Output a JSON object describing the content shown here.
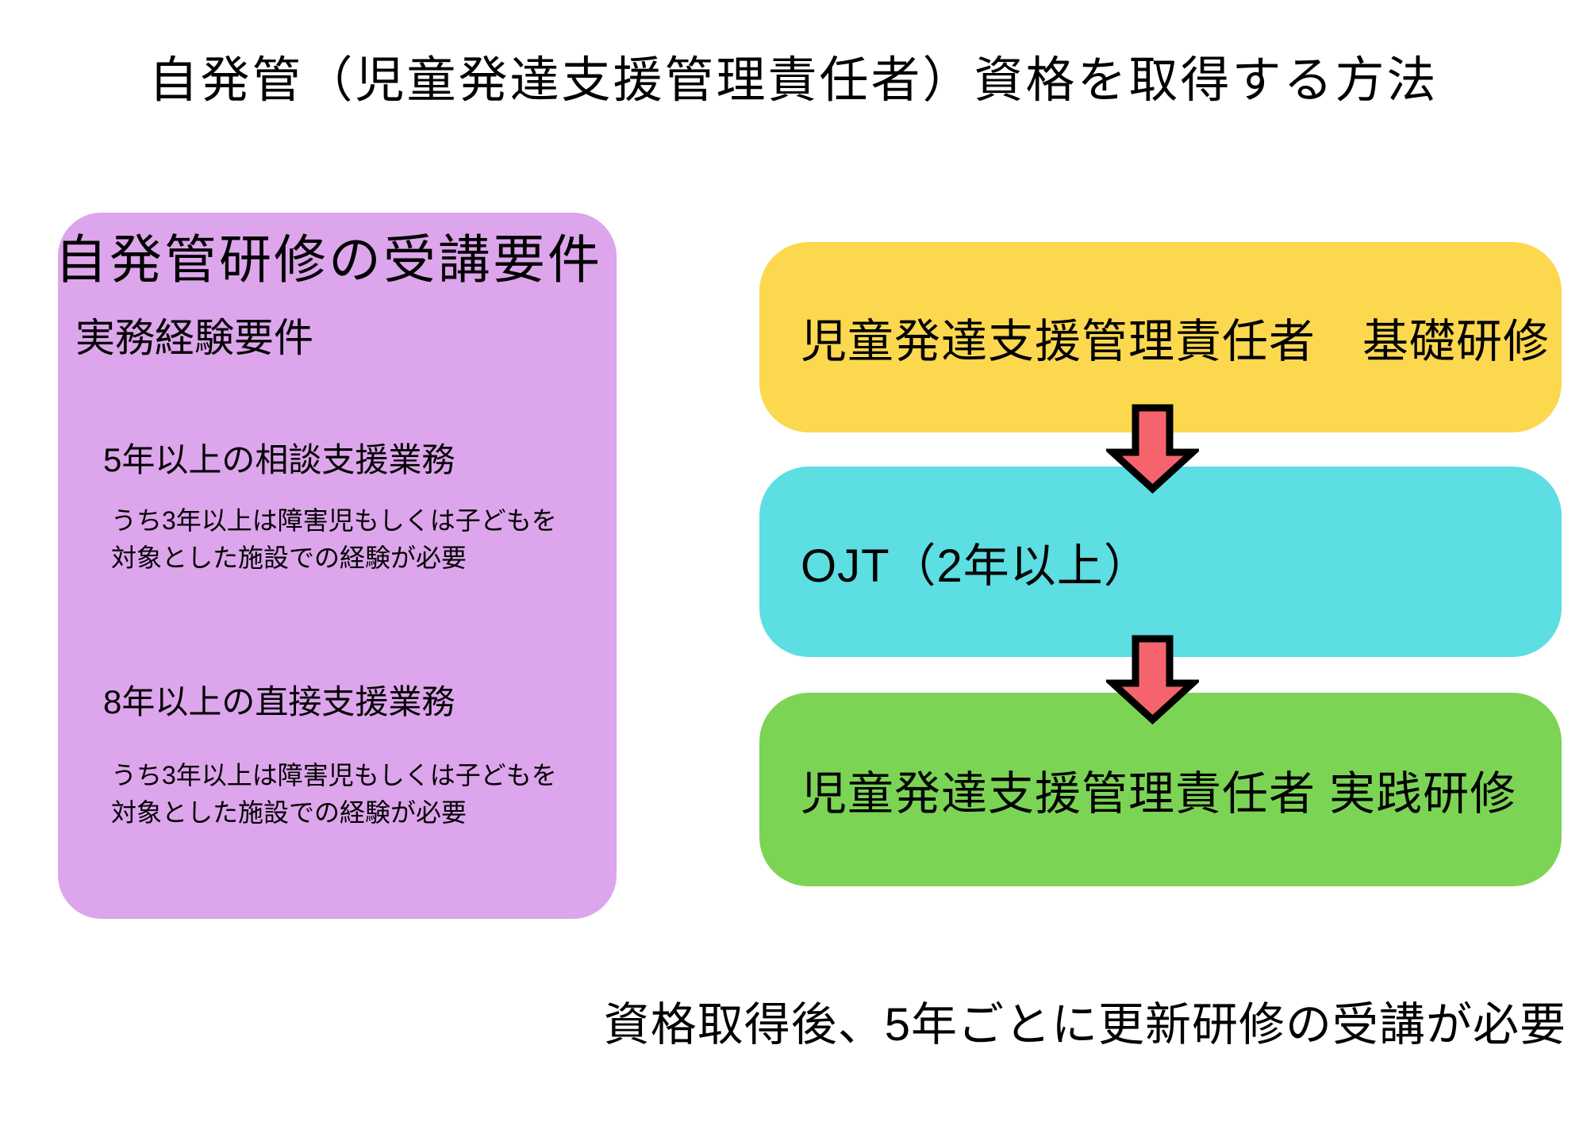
{
  "title": "自発管（児童発達支援管理責任者）資格を取得する方法",
  "requirements_panel": {
    "heading": "自発管研修の受講要件",
    "subheading": "実務経験要件",
    "bg_color": "#dda5eb",
    "items": [
      {
        "title": "5年以上の相談支援業務",
        "note_line1": "うち3年以上は障害児もしくは子どもを",
        "note_line2": "対象とした施設での経験が必要"
      },
      {
        "title": "8年以上の直接支援業務",
        "note_line1": "うち3年以上は障害児もしくは子どもを",
        "note_line2": "対象とした施設での経験が必要"
      }
    ]
  },
  "flow": {
    "steps": [
      {
        "label": "児童発達支援管理責任者　基礎研修",
        "bg_color": "#fcd84f"
      },
      {
        "label": "OJT（2年以上）",
        "bg_color": "#5cdee3"
      },
      {
        "label": "児童発達支援管理責任者 実践研修",
        "bg_color": "#7cd455"
      }
    ],
    "arrow": {
      "fill_color": "#f5646c",
      "outline_color": "#000000"
    }
  },
  "footer_note": "資格取得後、5年ごとに更新研修の受講が必要"
}
